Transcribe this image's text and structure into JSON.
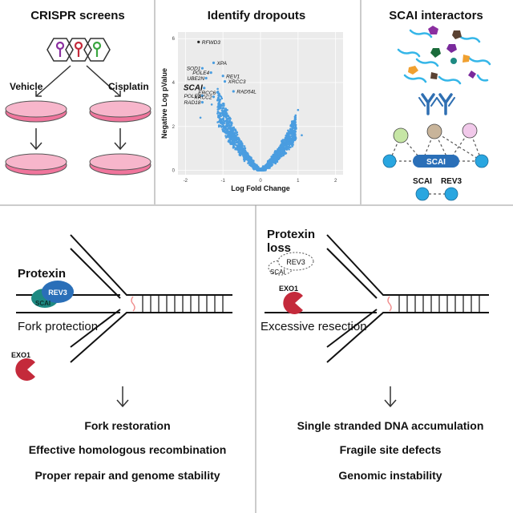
{
  "panels": {
    "crispr": {
      "title": "CRISPR screens",
      "vehicle": "Vehicle",
      "cisplatin": "Cisplatin"
    },
    "dropouts": {
      "title": "Identify dropouts"
    },
    "interactors": {
      "title": "SCAI interactors",
      "hub": "SCAI",
      "pair_left": "SCAI",
      "pair_right": "REV3"
    },
    "protexin": {
      "title": "Protexin",
      "complex_big": "REV3",
      "complex_small": "SCAI",
      "label": "Fork protection",
      "exo": "EXO1",
      "outcomes": [
        "Fork restoration",
        "Effective homologous recombination",
        "Proper repair and genome stability"
      ]
    },
    "loss": {
      "title_line1": "Protexin",
      "title_line2": "loss",
      "ghost_big": "REV3",
      "ghost_small": "SCAI",
      "exo": "EXO1",
      "label": "Excessive resection",
      "outcomes": [
        "Single stranded DNA accumulation",
        "Fragile site defects",
        "Genomic instability"
      ]
    }
  },
  "volcano": {
    "xlabel": "Log Fold Change",
    "ylabel": "Negative Log pValue",
    "x_ticks": [
      "-2",
      "-1",
      "0",
      "1",
      "2"
    ],
    "y_ticks": [
      "0",
      "2",
      "4",
      "6"
    ],
    "xlim": [
      -2.2,
      2.2
    ],
    "ylim": [
      -0.2,
      6.3
    ],
    "point_color": "#4a9de0",
    "highlight_color": "#222222",
    "labeled_genes": [
      {
        "name": "RFWD3",
        "x": -1.65,
        "y": 5.85
      },
      {
        "name": "XPA",
        "x": -1.25,
        "y": 4.9
      },
      {
        "name": "SOD1",
        "x": -1.55,
        "y": 4.65
      },
      {
        "name": "POLE4",
        "x": -1.32,
        "y": 4.45
      },
      {
        "name": "REV1",
        "x": -1.0,
        "y": 4.3
      },
      {
        "name": "UBE2N",
        "x": -1.45,
        "y": 4.2
      },
      {
        "name": "XRCC3",
        "x": -0.95,
        "y": 4.05
      },
      {
        "name": "SCAI",
        "x": -1.5,
        "y": 3.75
      },
      {
        "name": "ERCC6",
        "x": -1.15,
        "y": 3.55
      },
      {
        "name": "RAD54L",
        "x": -0.72,
        "y": 3.6
      },
      {
        "name": "POLE3",
        "x": -1.55,
        "y": 3.4
      },
      {
        "name": "XRCC2",
        "x": -1.25,
        "y": 3.35
      },
      {
        "name": "RAD18",
        "x": -1.55,
        "y": 3.1
      }
    ]
  },
  "colors": {
    "dish": "#f0759c",
    "dish_rim": "#f7b6cb",
    "protexin_big": "#2a6fb8",
    "protexin_small": "#1e8a82",
    "exo1": "#c42a3b",
    "node_blue": "#29a6e0",
    "strand_blue": "#35b6e8",
    "antibody": "#2f6fb2",
    "node_green": "#c6e6a5",
    "node_tan": "#c8b49a",
    "node_pink": "#f1c9ea"
  }
}
